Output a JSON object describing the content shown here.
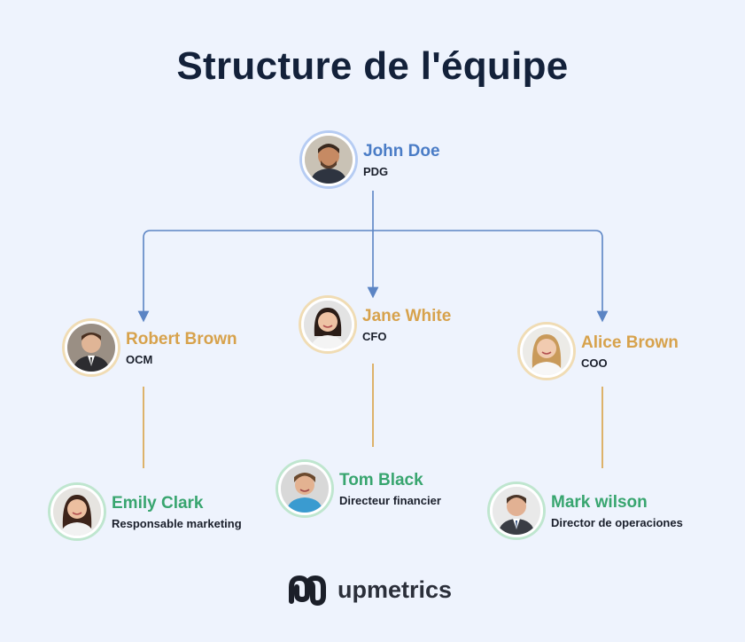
{
  "title": "Structure de l'équipe",
  "colors": {
    "background": "#eef3fd",
    "connector_top": "#5b84c4",
    "connector_mid": "#d9a245",
    "name_ceo": "#4a7cc6",
    "name_exec": "#d7a24c",
    "name_staff": "#38a56f"
  },
  "people": [
    {
      "name": "John Doe",
      "role": "PDG",
      "level": 0
    },
    {
      "name": "Robert Brown",
      "role": "OCM",
      "level": 1
    },
    {
      "name": "Jane White",
      "role": "CFO",
      "level": 1
    },
    {
      "name": "Alice Brown",
      "role": "COO",
      "level": 1
    },
    {
      "name": "Emily Clark",
      "role": "Responsable marketing",
      "level": 2
    },
    {
      "name": "Tom Black",
      "role": "Directeur financier",
      "level": 2
    },
    {
      "name": "Mark wilson",
      "role": "Director de operaciones",
      "level": 2
    }
  ],
  "brand": {
    "name": "upmetrics",
    "icon": "upmetrics-logo-icon"
  }
}
